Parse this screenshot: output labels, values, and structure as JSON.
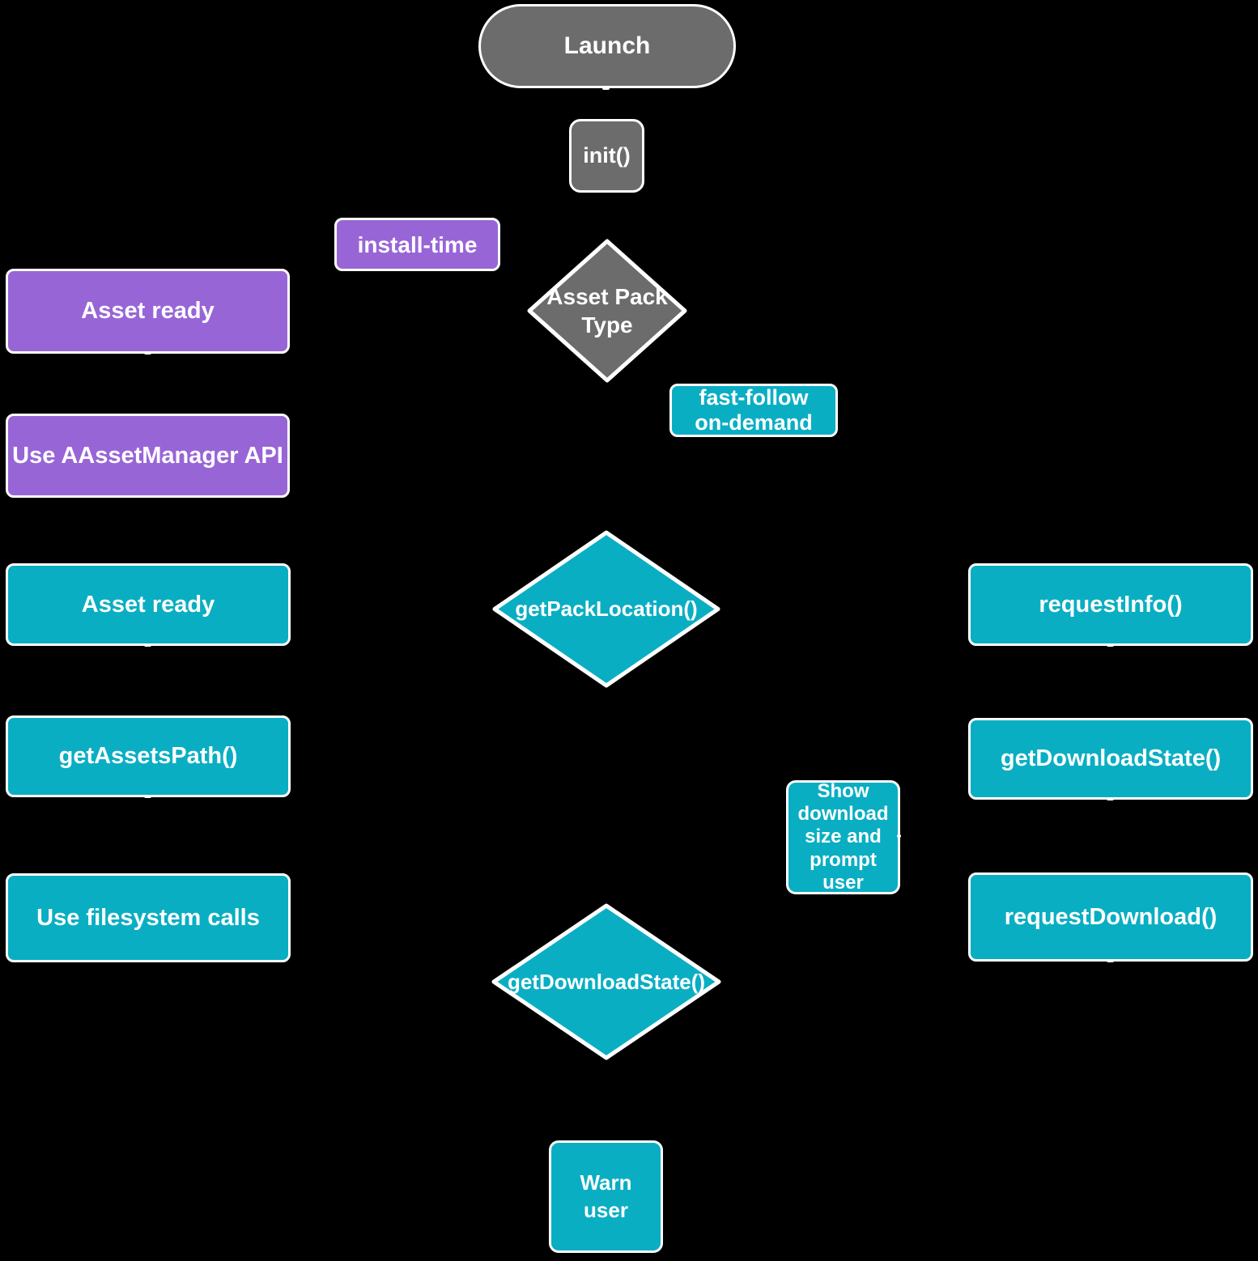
{
  "colors": {
    "background": "#000000",
    "node_gray": "#6c6c6c",
    "node_purple": "#9865d7",
    "node_teal": "#0aaec3",
    "border": "#ffffff",
    "text": "#ffffff"
  },
  "nodes": {
    "launch": {
      "label": "Launch",
      "shape": "terminator"
    },
    "init": {
      "label": "init()",
      "shape": "process"
    },
    "install_time": {
      "label": "install-time",
      "shape": "branch-label"
    },
    "asset_pack_type": {
      "label": "Asset Pack\nType",
      "shape": "decision"
    },
    "asset_ready_install_time": {
      "label": "Asset ready",
      "shape": "process"
    },
    "fast_follow_on_demand": {
      "label": "fast-follow\non-demand",
      "shape": "branch-label"
    },
    "use_aassetmanager_api": {
      "label": "Use AAssetManager API",
      "shape": "process"
    },
    "asset_ready_fast_follow": {
      "label": "Asset ready",
      "shape": "process"
    },
    "get_pack_location": {
      "label": "getPackLocation()",
      "shape": "decision"
    },
    "request_info": {
      "label": "requestInfo()",
      "shape": "process"
    },
    "get_assets_path": {
      "label": "getAssetsPath()",
      "shape": "process"
    },
    "get_download_state": {
      "label": "getDownloadState()",
      "shape": "process"
    },
    "show_download_size_prompt": {
      "label": "Show\ndownload\nsize and\nprompt\nuser",
      "shape": "process"
    },
    "use_filesystem_calls": {
      "label": "Use filesystem calls",
      "shape": "process"
    },
    "request_download": {
      "label": "requestDownload()",
      "shape": "process"
    },
    "get_download_state_check": {
      "label": "getDownloadState()",
      "shape": "decision"
    },
    "warn_user": {
      "label": "Warn\nuser",
      "shape": "process"
    }
  }
}
